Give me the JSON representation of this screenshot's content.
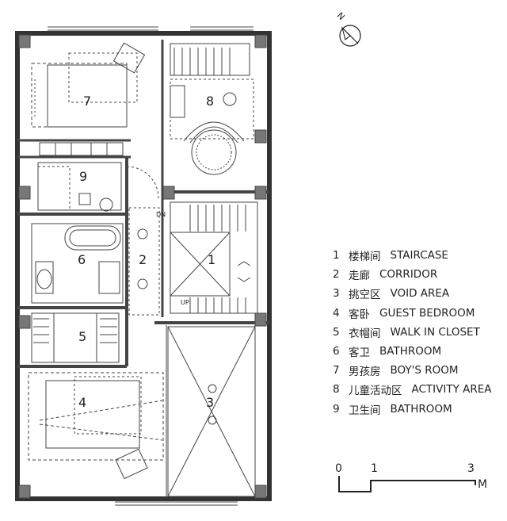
{
  "compass": {
    "label": "N"
  },
  "legend": [
    {
      "num": "1",
      "cn": "楼梯间",
      "en": "STAIRCASE"
    },
    {
      "num": "2",
      "cn": "走廊",
      "en": "CORRIDOR"
    },
    {
      "num": "3",
      "cn": "挑空区",
      "en": "VOID  AREA"
    },
    {
      "num": "4",
      "cn": "客卧",
      "en": "GUEST BEDROOM"
    },
    {
      "num": "5",
      "cn": "衣帽间",
      "en": "WALK IN CLOSET"
    },
    {
      "num": "6",
      "cn": "客卫",
      "en": "BATHROOM"
    },
    {
      "num": "7",
      "cn": "男孩房",
      "en": "BOY'S ROOM"
    },
    {
      "num": "8",
      "cn": "儿童活动区",
      "en": "ACTIVITY  AREA"
    },
    {
      "num": "9",
      "cn": "卫生间",
      "en": "BATHROOM"
    }
  ],
  "scale": {
    "zero": "0",
    "one": "1",
    "three": "3",
    "unit": "M"
  },
  "plan_labels": {
    "room7": "7",
    "room8": "8",
    "room9": "9",
    "room6": "6",
    "room2": "2",
    "room1": "1",
    "room5": "5",
    "room4": "4",
    "room3": "3",
    "dn": "DN",
    "up": "UP"
  }
}
